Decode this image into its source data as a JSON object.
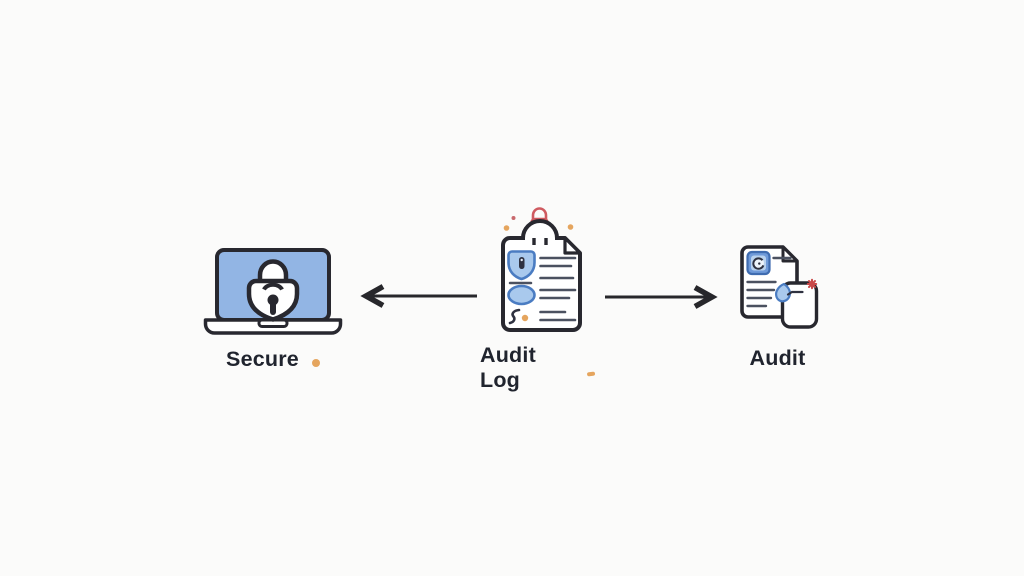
{
  "diagram": {
    "type": "flow-illustration",
    "nodes": [
      {
        "id": "secure",
        "label": "Secure",
        "icon": "laptop-padlock-icon",
        "decorations": [
          "orange-dot-after-label"
        ]
      },
      {
        "id": "audit-log",
        "label": "Audit Log",
        "icon": "clipboard-list-icon",
        "decorations": [
          "red-padlock-icon",
          "red-dot",
          "orange-dot-left",
          "orange-dot-right",
          "orange-dash-after-label"
        ]
      },
      {
        "id": "audit",
        "label": "Audit",
        "icon": "audit-document-icon",
        "decorations": [
          "blue-drop-clip-icon",
          "red-asterisk"
        ]
      }
    ],
    "arrows": [
      {
        "direction": "left",
        "from": "audit-log",
        "to": "secure"
      },
      {
        "direction": "right",
        "from": "audit-log",
        "to": "audit"
      }
    ]
  },
  "colors": {
    "background": "#fbfbfa",
    "outline": "#28282f",
    "screen_blue": "#92b5e4",
    "fill_blue": "#a9c9ed",
    "stroke_blue": "#4a7cc2",
    "line_gray": "#4b5160",
    "accent_red": "#cf5a60",
    "accent_orange": "#e5a55e",
    "asterisk_red": "#c94848",
    "text": "#20242e",
    "arrow": "#27272b",
    "white": "#ffffff"
  }
}
